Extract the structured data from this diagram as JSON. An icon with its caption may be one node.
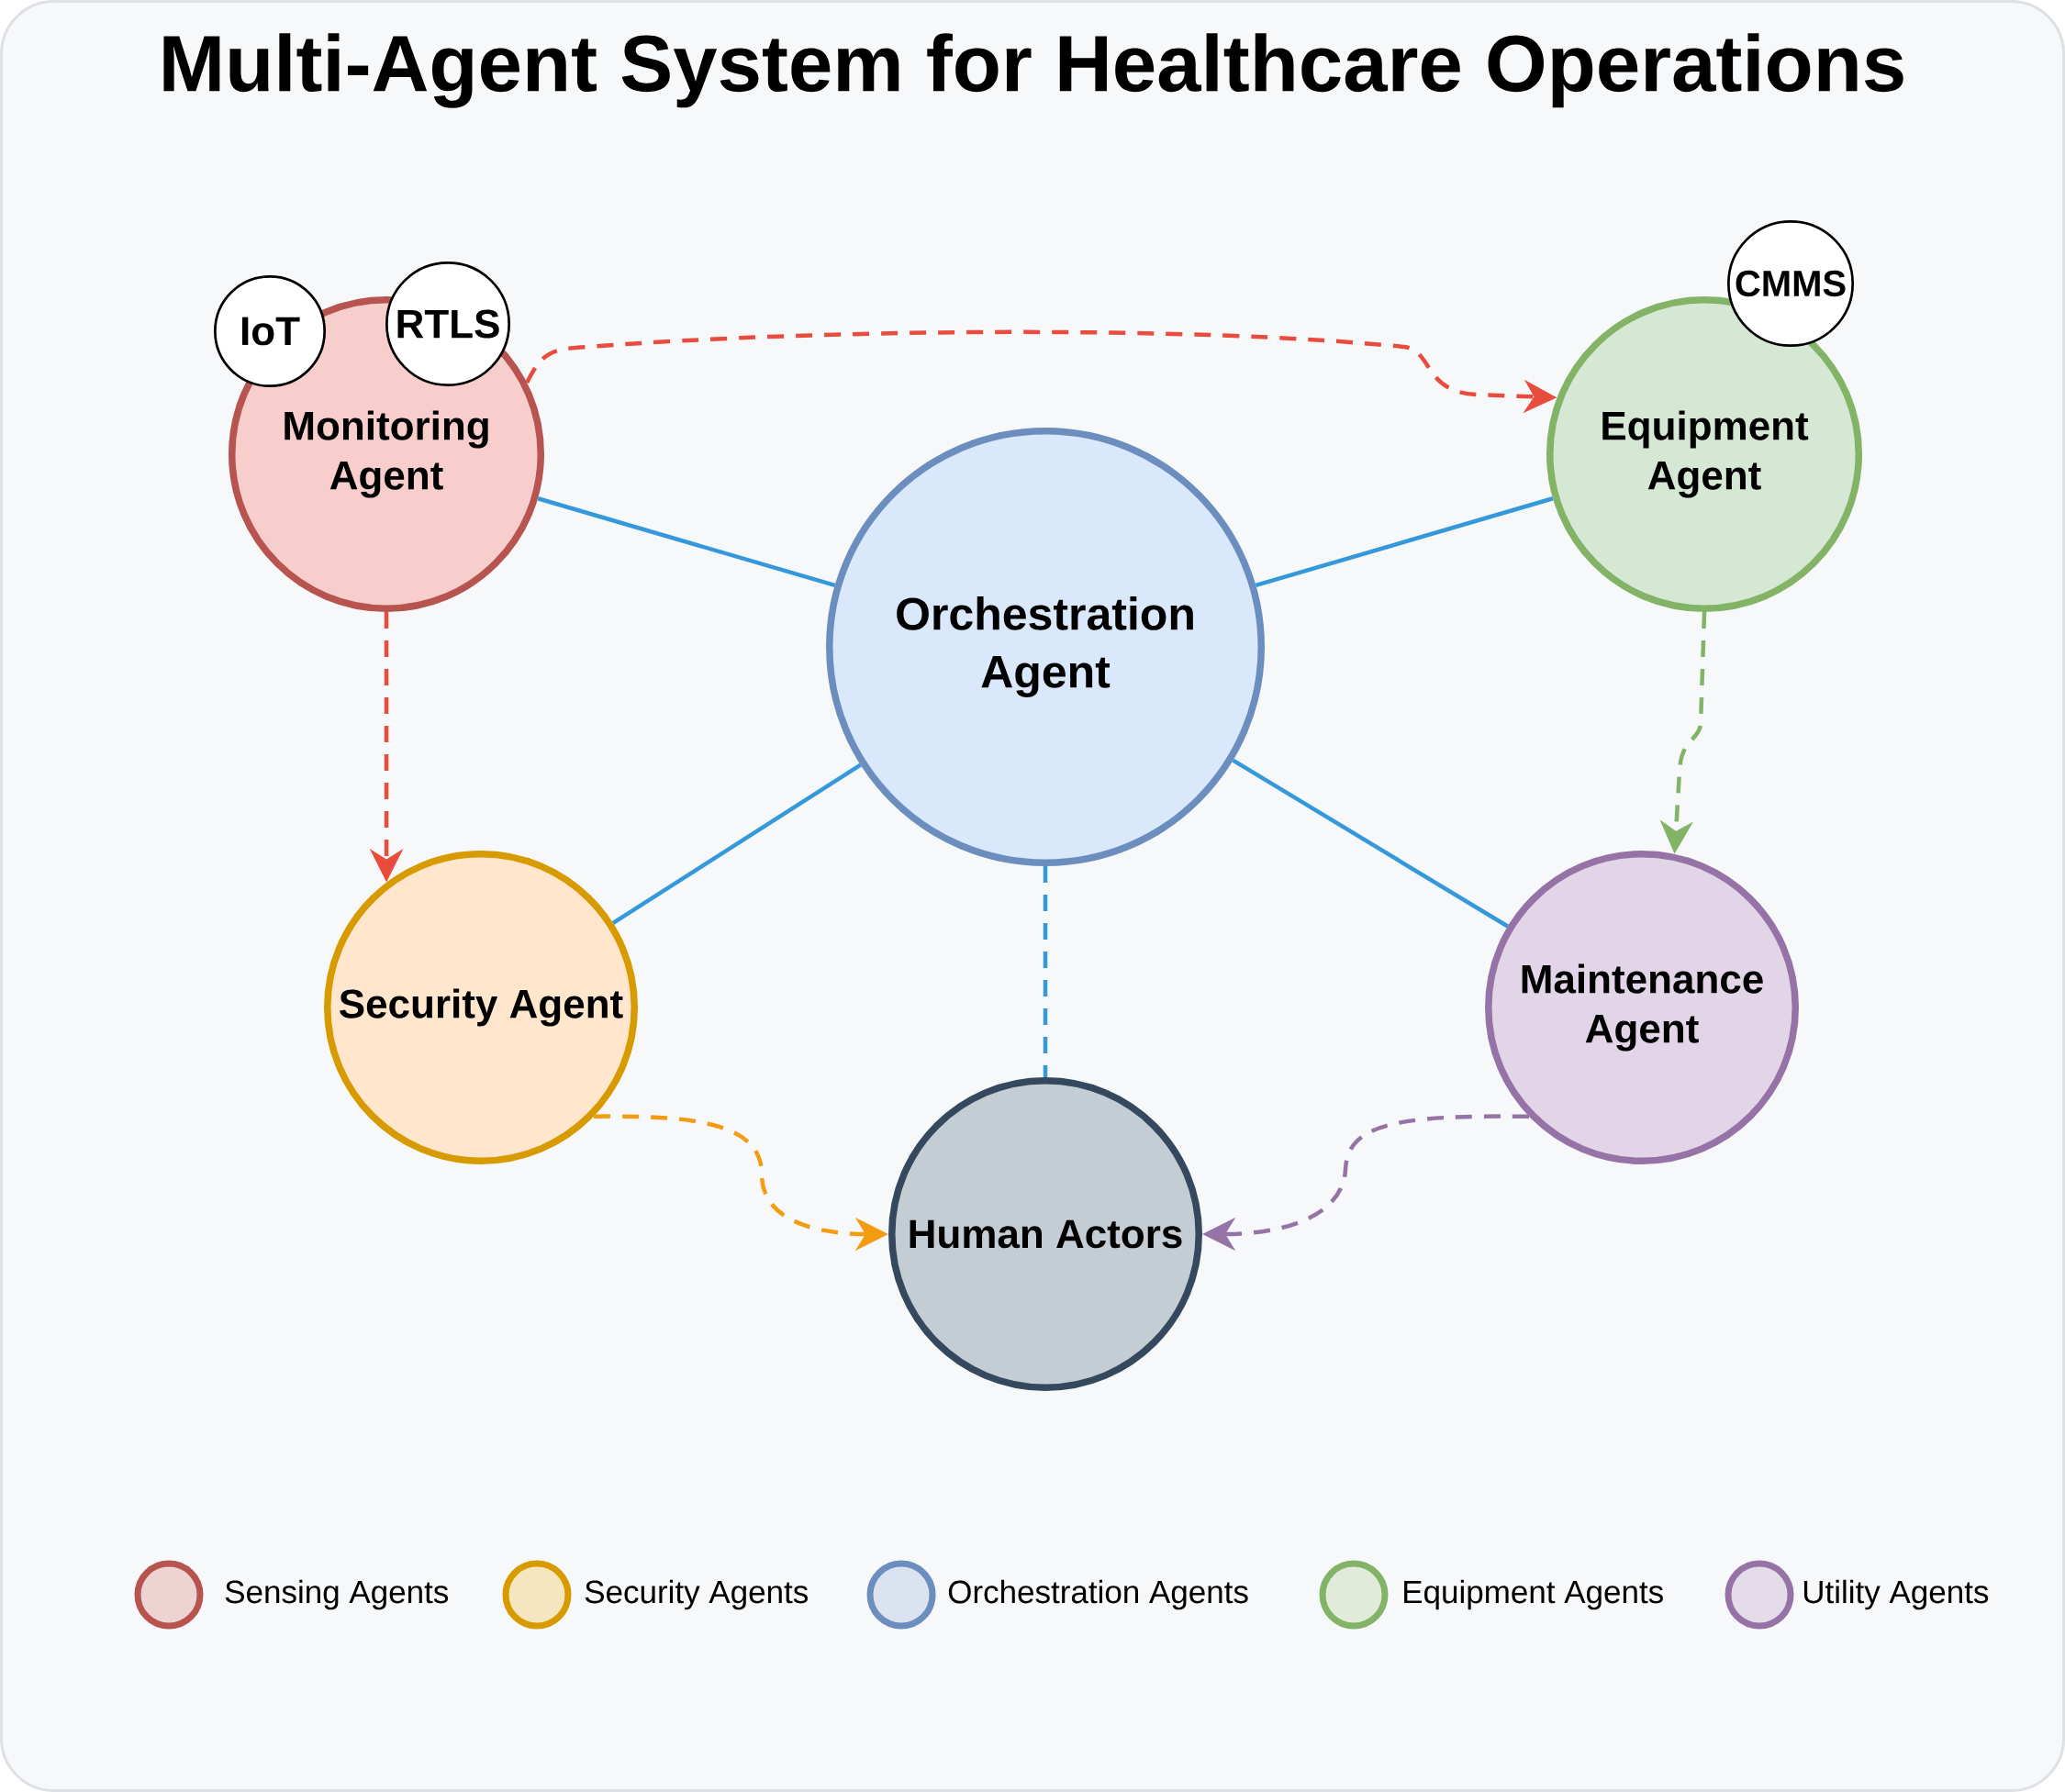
{
  "diagram": {
    "title": "Multi-Agent System for Healthcare Operations",
    "nodes": [
      {
        "text": [
          "Monitoring Agent"
        ]
      },
      {
        "text": [
          "IoT"
        ]
      },
      {
        "text": [
          "RTLS"
        ]
      },
      {
        "text": [
          "Equipment Agent"
        ]
      },
      {
        "text": [
          "CMMS"
        ]
      },
      {
        "text": [
          "Orchestration Agent"
        ]
      },
      {
        "text": [
          "Security Agent"
        ]
      },
      {
        "text": [
          "Maintenance Agent"
        ]
      },
      {
        "text": [
          "Human Actors"
        ]
      }
    ],
    "edges": [
      {
        "from": 5,
        "to": 0,
        "arrow": "none"
      },
      {
        "from": 5,
        "to": 3,
        "arrow": "none"
      },
      {
        "from": 5,
        "to": 6,
        "arrow": "none"
      },
      {
        "from": 5,
        "to": 7,
        "arrow": "none"
      },
      {
        "from": 5,
        "to": 8,
        "arrow": "none",
        "style": "dashed"
      },
      {
        "from": 0,
        "to": 3,
        "arrow": "to",
        "style": "dashed",
        "color": "#e74c3c"
      },
      {
        "from": 0,
        "to": 6,
        "arrow": "to",
        "style": "dashed",
        "color": "#e74c3c"
      },
      {
        "from": 3,
        "to": 7,
        "arrow": "to",
        "style": "dashed",
        "color": "#82b366"
      },
      {
        "from": 6,
        "to": 8,
        "arrow": "to",
        "style": "dashed",
        "color": "#f39c12"
      },
      {
        "from": 7,
        "to": 8,
        "arrow": "to",
        "style": "dashed",
        "color": "#9673a6"
      }
    ],
    "legend": [
      {
        "text": "Sensing Agents",
        "color": "#b85450"
      },
      {
        "text": "Security Agents",
        "color": "#d79b00"
      },
      {
        "text": "Orchestration Agents",
        "color": "#6c8ebf"
      },
      {
        "text": "Equipment Agents",
        "color": "#82b366"
      },
      {
        "text": "Utility Agents",
        "color": "#9673a6"
      }
    ]
  }
}
